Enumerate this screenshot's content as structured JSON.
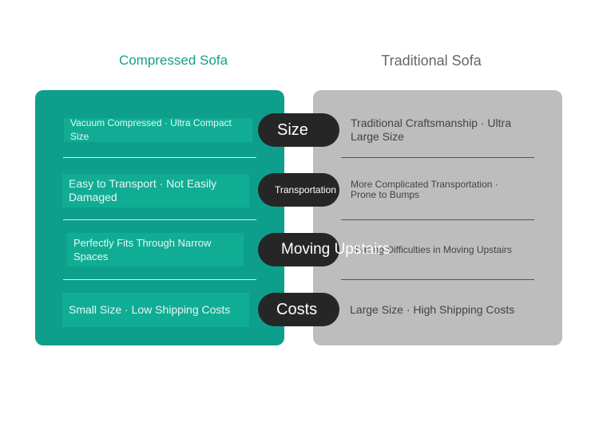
{
  "headers": {
    "left": "Compressed Sofa",
    "right": "Traditional Sofa"
  },
  "colors": {
    "left_panel": "#0e9f8c",
    "right_panel": "#bdbdbd",
    "pill": "#262626",
    "left_title": "#169e8c"
  },
  "rows": [
    {
      "category": "Size",
      "left": "Vacuum Compressed · Ultra Compact Size",
      "right": "Traditional Craftsmanship · Ultra Large Size"
    },
    {
      "category": "Transportation",
      "left": "Easy to Transport · Not Easily Damaged",
      "right": "More Complicated Transportation · Prone to Bumps"
    },
    {
      "category": "Moving Upstairs",
      "left": "Perfectly Fits Through Narrow Spaces",
      "right": "Facing Difficulties in Moving Upstairs"
    },
    {
      "category": "Costs",
      "left": "Small Size · Low Shipping Costs",
      "right": "Large Size · High Shipping Costs"
    }
  ]
}
